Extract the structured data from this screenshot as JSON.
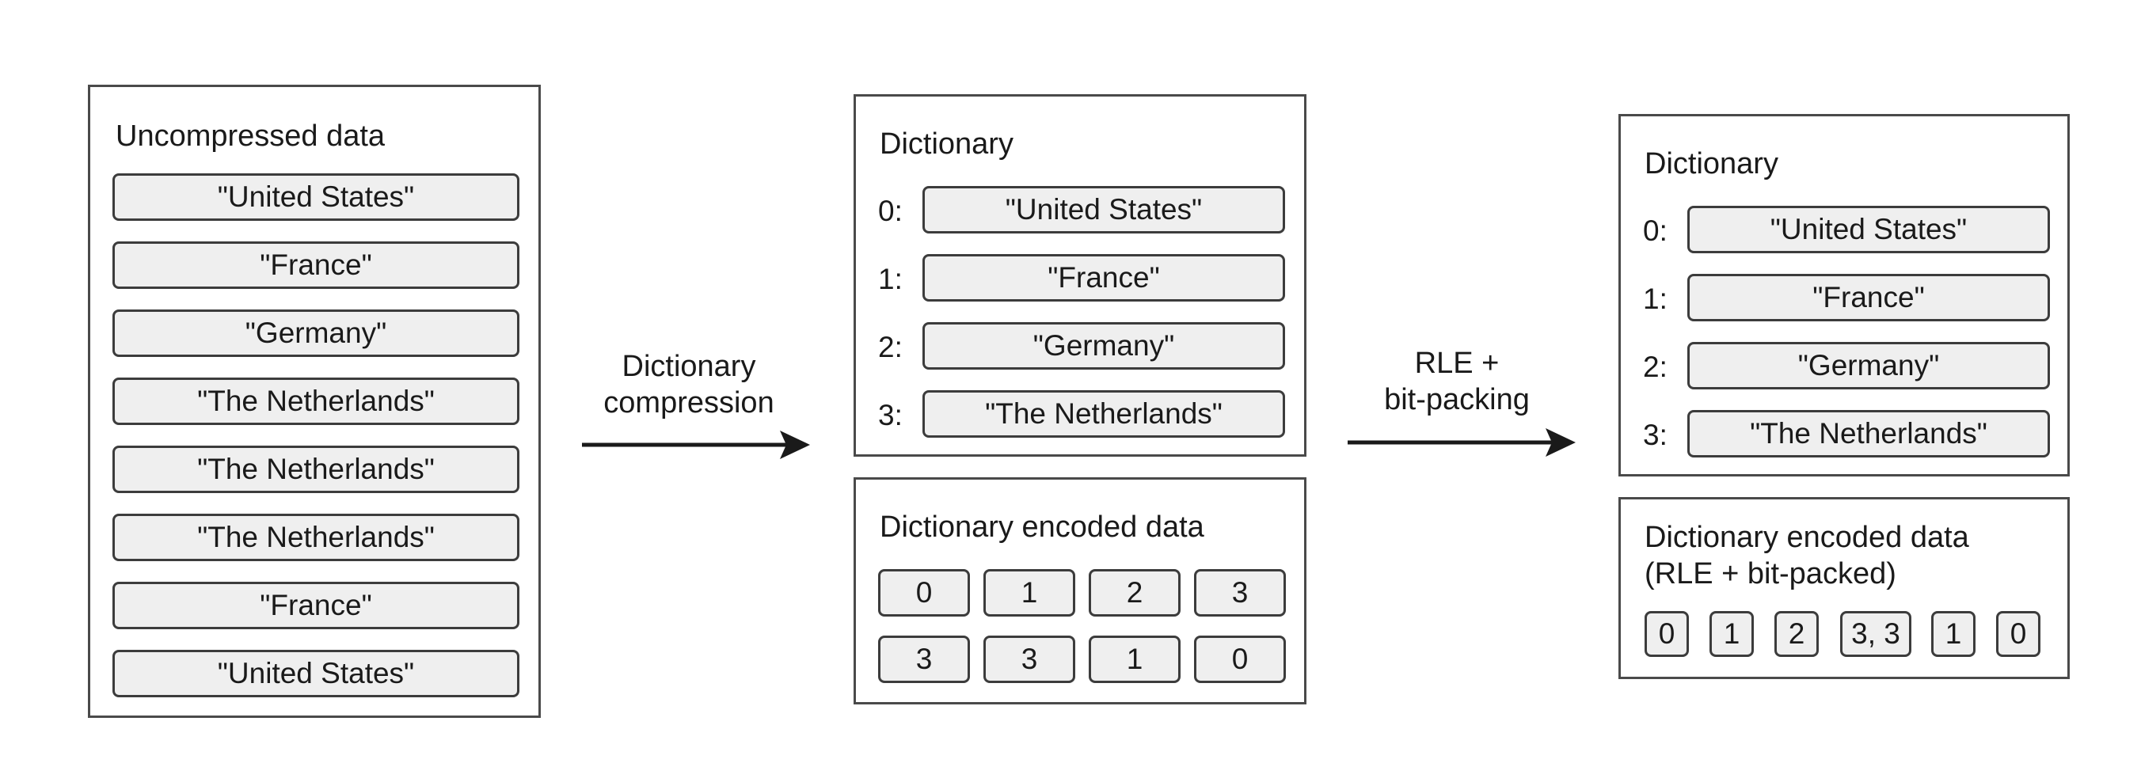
{
  "uncompressed": {
    "title": "Uncompressed data",
    "values": [
      "\"United States\"",
      "\"France\"",
      "\"Germany\"",
      "\"The Netherlands\"",
      "\"The Netherlands\"",
      "\"The Netherlands\"",
      "\"France\"",
      "\"United States\""
    ]
  },
  "arrow1": {
    "line1": "Dictionary",
    "line2": "compression"
  },
  "arrow2": {
    "line1": "RLE +",
    "line2": "bit-packing"
  },
  "middle": {
    "dictionary": {
      "title": "Dictionary",
      "entries": [
        {
          "index": "0:",
          "value": "\"United States\""
        },
        {
          "index": "1:",
          "value": "\"France\""
        },
        {
          "index": "2:",
          "value": "\"Germany\""
        },
        {
          "index": "3:",
          "value": "\"The Netherlands\""
        }
      ]
    },
    "encoded": {
      "title": "Dictionary encoded data",
      "codes": [
        "0",
        "1",
        "2",
        "3",
        "3",
        "3",
        "1",
        "0"
      ]
    }
  },
  "right": {
    "dictionary": {
      "title": "Dictionary",
      "entries": [
        {
          "index": "0:",
          "value": "\"United States\""
        },
        {
          "index": "1:",
          "value": "\"France\""
        },
        {
          "index": "2:",
          "value": "\"Germany\""
        },
        {
          "index": "3:",
          "value": "\"The Netherlands\""
        }
      ]
    },
    "encoded": {
      "title": "Dictionary encoded data\n(RLE + bit-packed)",
      "codes": [
        "0",
        "1",
        "2",
        "3, 3",
        "1",
        "0"
      ]
    }
  }
}
